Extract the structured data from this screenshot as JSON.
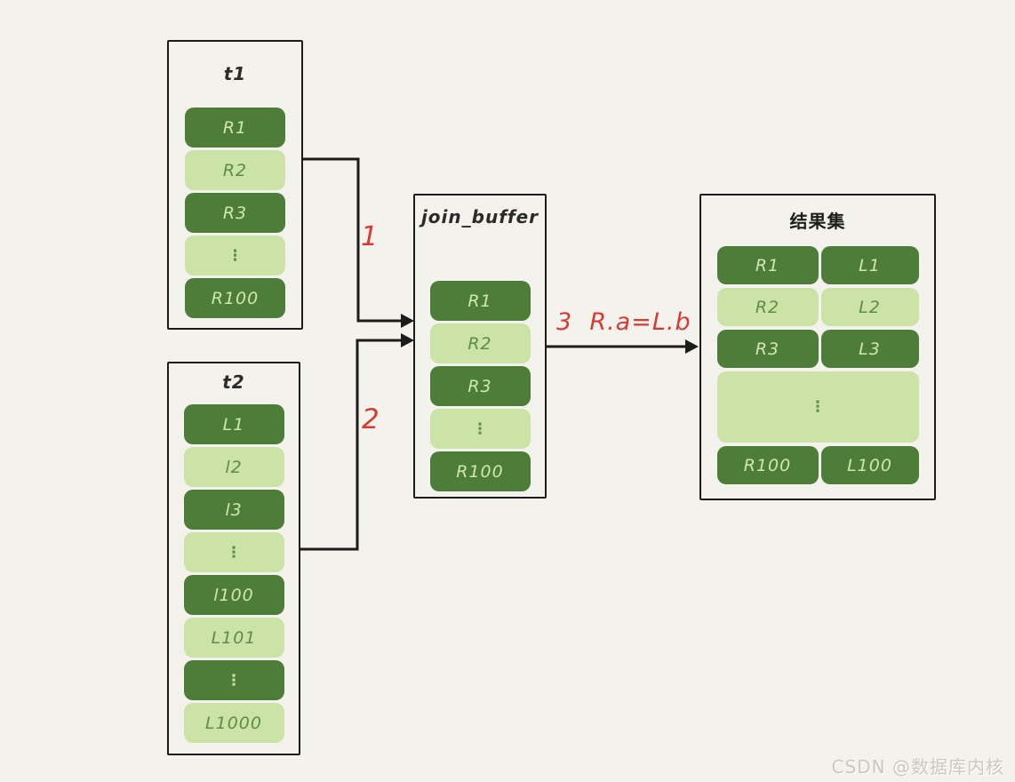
{
  "colors": {
    "background": "#f4f2ec",
    "dark_green": "#4e7d3a",
    "light_green": "#cbe3a6",
    "text_on_dark": "#cfe6ad",
    "text_on_light": "#608c44",
    "border_black": "#1c1c1c",
    "accent_red": "#d93a34",
    "watermark_gray": "#ccc7bf"
  },
  "boxes": {
    "t1": {
      "title": "t1",
      "rows": [
        "R1",
        "R2",
        "R3",
        "⋮",
        "R100"
      ]
    },
    "t2": {
      "title": "t2",
      "rows": [
        "L1",
        "l2",
        "l3",
        "⋮",
        "l100",
        "L101",
        "⋮",
        "L1000"
      ]
    },
    "join_buffer": {
      "title": "join_buffer",
      "rows": [
        "R1",
        "R2",
        "R3",
        "⋮",
        "R100"
      ]
    },
    "result_set": {
      "title": "结果集",
      "rows": [
        [
          "R1",
          "L1"
        ],
        [
          "R2",
          "L2"
        ],
        [
          "R3",
          "L3"
        ],
        [
          "⋮"
        ],
        [
          "R100",
          "L100"
        ]
      ]
    }
  },
  "arrows": [
    {
      "label": "1",
      "from": "t1",
      "to": "join_buffer"
    },
    {
      "label": "2",
      "from": "t2",
      "to": "join_buffer"
    },
    {
      "label": "3  R.a=L.b",
      "from": "join_buffer",
      "to": "result_set"
    }
  ],
  "watermark": "CSDN @数据库内核"
}
